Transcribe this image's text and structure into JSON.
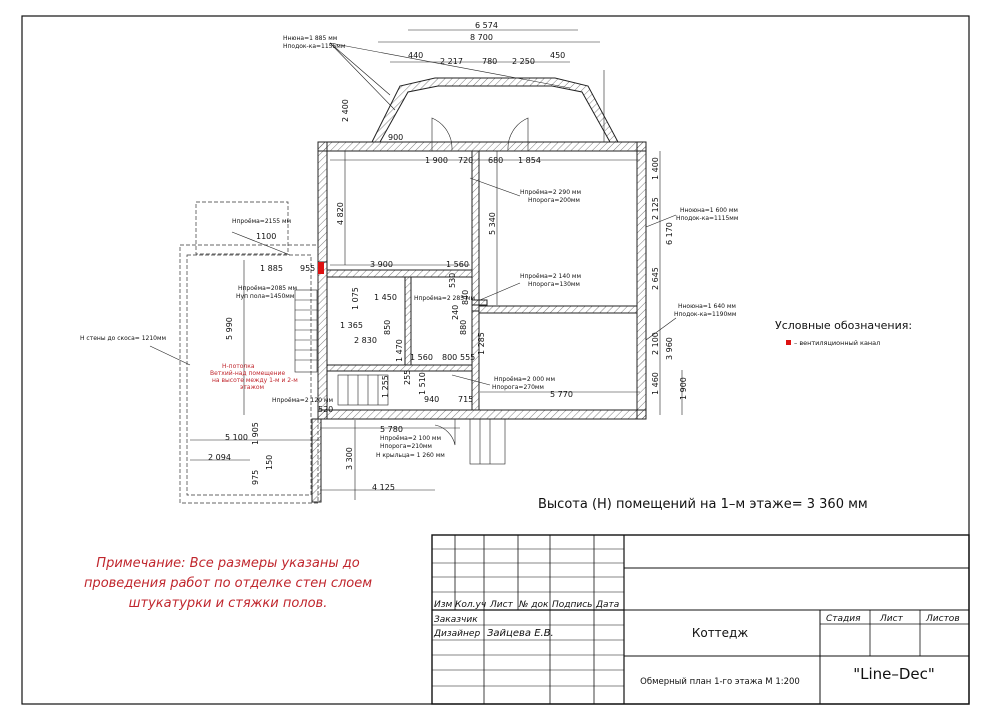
{
  "plan": {
    "height_note": "Высота (Н) помещений на 1–м этаже= 3 360 мм",
    "note_lines": [
      "Примечание: Все размеры указаны до",
      "проведения работ по отделке стен слоем",
      "штукатурки и стяжки полов."
    ],
    "legend_title": "Условные обозначения:",
    "legend_item": "– вентиляционный канал",
    "dims_top": [
      "6 574",
      "8 700",
      "440",
      "2 217",
      "780",
      "2 250",
      "450"
    ],
    "dims_misc": [
      "1 900",
      "720",
      "680",
      "1 854",
      "900",
      "2 400",
      "3 900",
      "1 560",
      "1 885",
      "955",
      "1100",
      "4 820",
      "5 340",
      "2 125",
      "2 645",
      "6 170",
      "1 400",
      "1 450",
      "1 365",
      "2 830",
      "1 560",
      "800",
      "555",
      "940",
      "715",
      "5 770",
      "5 780",
      "5 100",
      "2 094",
      "4 125",
      "3 300",
      "5 990",
      "2 100",
      "3 960",
      "1 460",
      "1 900",
      "520",
      "150",
      "975",
      "1 905",
      "1 285",
      "850",
      "1 075",
      "1 510",
      "1 255",
      "240",
      "880",
      "840",
      "1 470",
      "255",
      "530"
    ],
    "annotations": [
      "Ннюна=1 885 мм",
      "Нподок-ка=1155мм",
      "Нпроёма=2 290 мм",
      "Нпорога=200мм",
      "Нноюна=1 600 мм",
      "Нподок-ка=1115мм",
      "Нпроёма=2 140 мм",
      "Нпорога=130мм",
      "Нноюна=1 640 мм",
      "Нподок-ка=1190мм",
      "Нпроёма=2 000 мм",
      "Нпорога=270мм",
      "Нпроёма=2155 мм",
      "Нпроёма=2085 мм",
      "Нуп пола=1450мм",
      "Нпроёма=2 285 мм",
      "Нпроёма=2 120 мм",
      "Нпроёма=2 100 мм",
      "Нпорога=210мм",
      "Н крыльца= 1 260 мм",
      "Н стены до скоса= 1210мм"
    ],
    "red_note": [
      "Н-потолка",
      "Ветхий-над помещение",
      "на высоте между 1-м и 2-м",
      "этажом"
    ]
  },
  "titleblock": {
    "headers": [
      "Изм",
      "Кол.уч",
      "Лист",
      "№ док",
      "Подпись",
      "Дата"
    ],
    "customer_label": "Заказчик",
    "designer_label": "Дизайнер",
    "designer_name": "Зайцева Е.В.",
    "project": "Коттедж",
    "sheet_title": "Обмерный план 1-го этажа М 1:200",
    "company": "\"Line–Dec\"",
    "col_stage": "Стадия",
    "col_sheet": "Лист",
    "col_sheets": "Листов"
  },
  "colors": {
    "note_red": "#c0262d",
    "vent_red": "#d11"
  }
}
